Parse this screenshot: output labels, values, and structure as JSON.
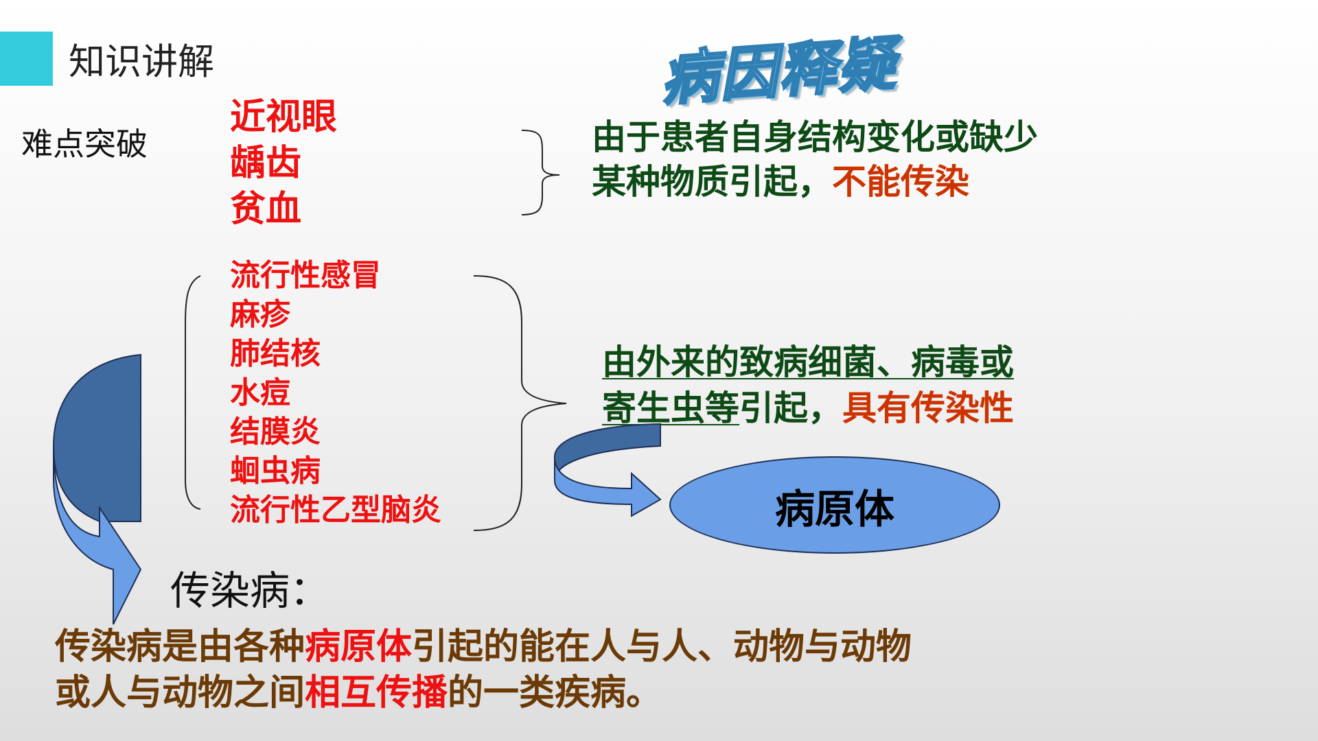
{
  "header": {
    "section_title": "知识讲解"
  },
  "subtitle": "难点突破",
  "cause_title": "病因释疑",
  "non_infectious": {
    "items": [
      "近视眼",
      "龋齿",
      "贫血"
    ],
    "desc_line1": "由于患者自身结构变化或缺少",
    "desc_line2_prefix": "某种物质引起，",
    "desc_line2_highlight": "不能传染"
  },
  "infectious": {
    "items": [
      "流行性感冒",
      "麻疹",
      "肺结核",
      "水痘",
      "结膜炎",
      "蛔虫病",
      "流行性乙型脑炎"
    ],
    "desc_line1": "由外来的致病细菌、病毒或",
    "desc_line2_underlined": "寄生虫等",
    "desc_line2_mid": "引起，",
    "desc_line2_highlight": "具有传染性"
  },
  "pathogen_label": "病原体",
  "definition": {
    "heading": "传染病：",
    "line1_a": "传染病是由各种",
    "line1_b": "病原体",
    "line1_c": "引起的能在人与人、动物与动物",
    "line2_a": "或人与动物之间",
    "line2_b": "相互传播",
    "line2_c": "的一类疾病。"
  },
  "colors": {
    "accent": "#33ccdd",
    "highlight_red": "#ee1111",
    "desc_green": "#0e4a16",
    "desc_orange": "#cc3300",
    "definition_brown": "#6b3a06",
    "arrow_dark": "#3f6aa0",
    "arrow_light": "#6a9ee6",
    "ellipse_fill": "#6a9ee6"
  }
}
